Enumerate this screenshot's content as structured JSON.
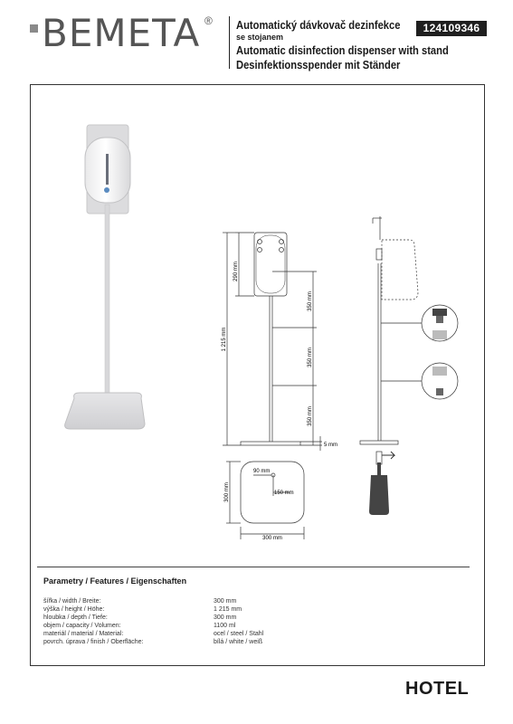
{
  "header": {
    "brand": "BEMETA",
    "registered_mark": "®",
    "title_cz": "Automatický dávkovač dezinfekce",
    "title_cz_sub": "se stojanem",
    "title_en": "Automatic disinfection dispenser with stand",
    "title_de": "Desinfektionsspender mit Ständer",
    "product_code": "124109346"
  },
  "drawing": {
    "dim_290": "290 mm",
    "dim_1215": "1 215 mm",
    "dim_350_a": "350 mm",
    "dim_350_b": "350 mm",
    "dim_350_c": "350 mm",
    "dim_5": "5 mm",
    "dim_90": "90 mm",
    "dim_150": "150 mm",
    "dim_300_side": "300 mm",
    "dim_300_bottom": "300 mm"
  },
  "params": {
    "title": "Parametry / Features / Eigenschaften",
    "rows": [
      {
        "label": "šířka / width / Breite:",
        "value": "300 mm"
      },
      {
        "label": "výška / height / Höhe:",
        "value": "1 215 mm"
      },
      {
        "label": "hloubka / depth / Tiefe:",
        "value": "300 mm"
      },
      {
        "label": "objem / capacity  / Volumen:",
        "value": "1100 ml"
      },
      {
        "label": "materiál / material / Material:",
        "value": "ocel / steel / Stahl"
      },
      {
        "label": "povrch. úprava / finish / Oberfläche:",
        "value": "bílá / white / weiß"
      }
    ]
  },
  "footer": {
    "category": "HOTEL"
  }
}
